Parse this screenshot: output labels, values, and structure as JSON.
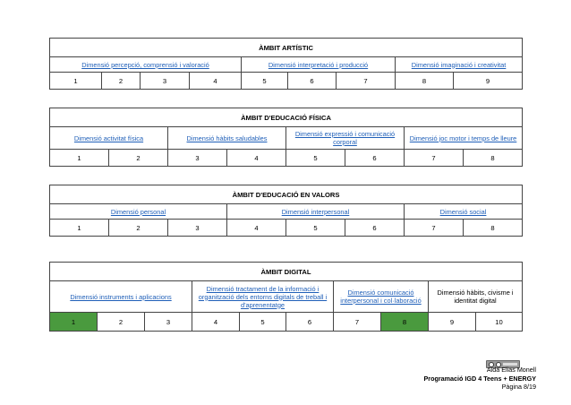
{
  "artistic": {
    "title": "ÀMBIT ARTÍSTIC",
    "dims": [
      "Dimensió percepció, comprensió i valoració",
      "Dimensió interpretació i producció",
      "Dimensió imaginació i creativitat"
    ],
    "nums": [
      "1",
      "2",
      "3",
      "4",
      "5",
      "6",
      "7",
      "8",
      "9"
    ]
  },
  "fisica": {
    "title": "ÀMBIT D'EDUCACIÓ FÍSICA",
    "dims": [
      "Dimensió activitat física",
      "Dimensió hàbits saludables",
      "Dimensió expressió i comunicació corporal",
      "Dimensió joc motor i temps de lleure"
    ],
    "nums": [
      "1",
      "2",
      "3",
      "4",
      "5",
      "6",
      "7",
      "8"
    ]
  },
  "valors": {
    "title": "ÀMBIT D'EDUCACIÓ EN VALORS",
    "dims": [
      "Dimensió personal",
      "Dimensió interpersonal",
      "Dimensió social"
    ],
    "nums": [
      "1",
      "2",
      "3",
      "4",
      "5",
      "6",
      "7",
      "8"
    ]
  },
  "digital": {
    "title": "ÀMBIT DIGITAL",
    "dims": [
      "Dimensió instruments i aplicacions",
      "Dimensió tractament de la informació i organització dels entorns digitals de treball i d'aprenentatge",
      "Dimensió comunicació interpersonal i col·laboració",
      "Dimensió hàbits, civisme i identitat digital"
    ],
    "nums": [
      "1",
      "2",
      "3",
      "4",
      "5",
      "6",
      "7",
      "8",
      "9",
      "10"
    ],
    "highlight_color": "#4a9a3e"
  },
  "footer": {
    "author": "Aida Elias Monell",
    "program": "Programació IGD 4 Teens + ENERGY",
    "page": "Pàgina 8/19"
  },
  "icons": {
    "license": "creative-commons-license-icon"
  }
}
